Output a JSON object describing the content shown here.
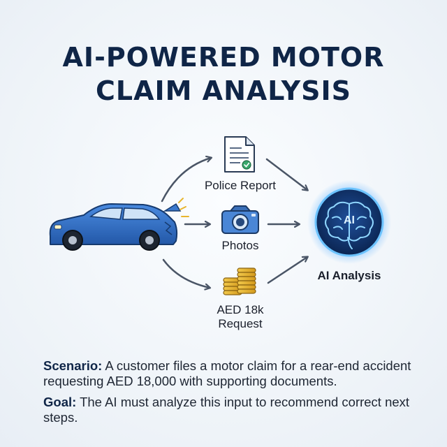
{
  "title": {
    "line1": "AI-POWERED MOTOR",
    "line2": "CLAIM ANALYSIS"
  },
  "nodes": {
    "police_report": "Police Report",
    "photos": "Photos",
    "request_line1": "AED 18k",
    "request_line2": "Request",
    "ai_badge": "AI",
    "ai_analysis": "AI Analysis"
  },
  "scenario": {
    "label": "Scenario:",
    "text": " A customer files a motor claim for a rear-end accident requesting AED 18,000 with supporting documents."
  },
  "goal": {
    "label": "Goal:",
    "text": " The AI must analyze this input to recommend correct next steps."
  },
  "colors": {
    "title": "#0f2547",
    "car_blue": "#2f6fc9",
    "arrow": "#4a5566",
    "ai_glow": "#3aa0ff",
    "coin": "#e8b52e"
  },
  "icons": [
    "car-icon",
    "document-icon",
    "camera-icon",
    "coins-icon",
    "brain-icon"
  ]
}
